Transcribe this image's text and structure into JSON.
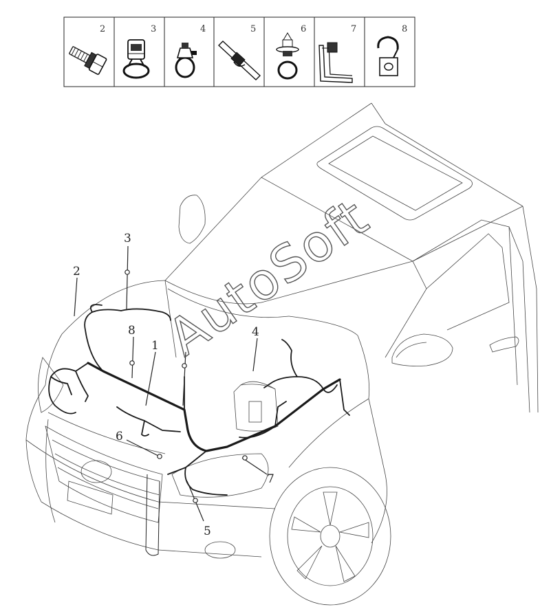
{
  "parts_table": {
    "cells": [
      {
        "num": "2",
        "icon": "bolt-icon"
      },
      {
        "num": "3",
        "icon": "clamp-clip-icon"
      },
      {
        "num": "4",
        "icon": "strap-clip-icon"
      },
      {
        "num": "5",
        "icon": "cable-tie-icon"
      },
      {
        "num": "6",
        "icon": "push-clip-icon"
      },
      {
        "num": "7",
        "icon": "bracket-clip-icon"
      },
      {
        "num": "8",
        "icon": "hook-clip-icon"
      }
    ]
  },
  "callouts": {
    "c1": "1",
    "c2": "2",
    "c3": "3",
    "c4": "4",
    "c5": "5",
    "c6": "6",
    "c7": "7",
    "c8": "8"
  },
  "watermark": "AutoSoft",
  "colors": {
    "ink": "#222222",
    "wire": "#1a1a1a",
    "paper": "#ffffff"
  }
}
